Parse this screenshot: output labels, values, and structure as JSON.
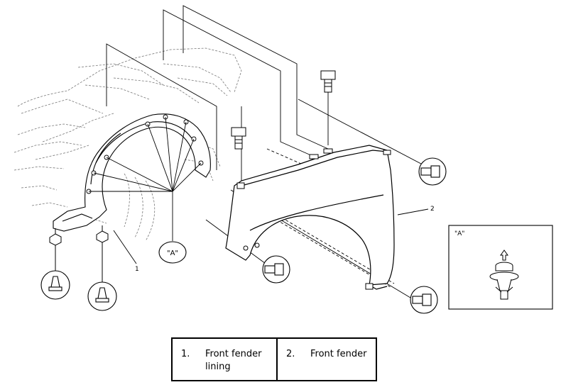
{
  "callouts": {
    "part_1": "1",
    "part_2": "2",
    "clip_marker": "\"A\"",
    "detail_title": "\"A\""
  },
  "legend": [
    {
      "number": "1.",
      "name": "Front fender lining"
    },
    {
      "number": "2.",
      "name": "Front fender"
    }
  ]
}
